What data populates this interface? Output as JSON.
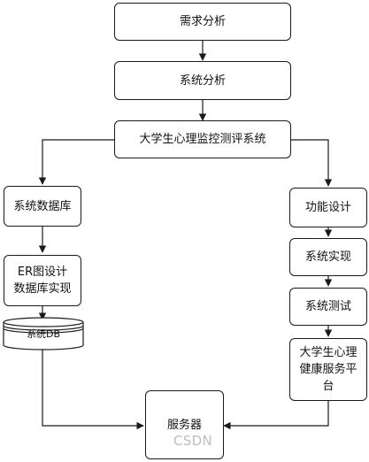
{
  "nodes": {
    "requirement_analysis": "需求分析",
    "system_analysis": "系统分析",
    "main_system": "大学生心理监控测评系统",
    "system_database": "系统数据库",
    "er_design": "ER图设计\n数据库实现",
    "system_db": "系统DB",
    "function_design": "功能设计",
    "system_implementation": "系统实现",
    "system_testing": "系统测试",
    "health_platform": "大学生心理\n健康服务平\n台",
    "server": "服务器"
  },
  "watermark": "CSDN",
  "colors": {
    "line": "#1a1a1a",
    "watermark": "#bdbdbd"
  }
}
